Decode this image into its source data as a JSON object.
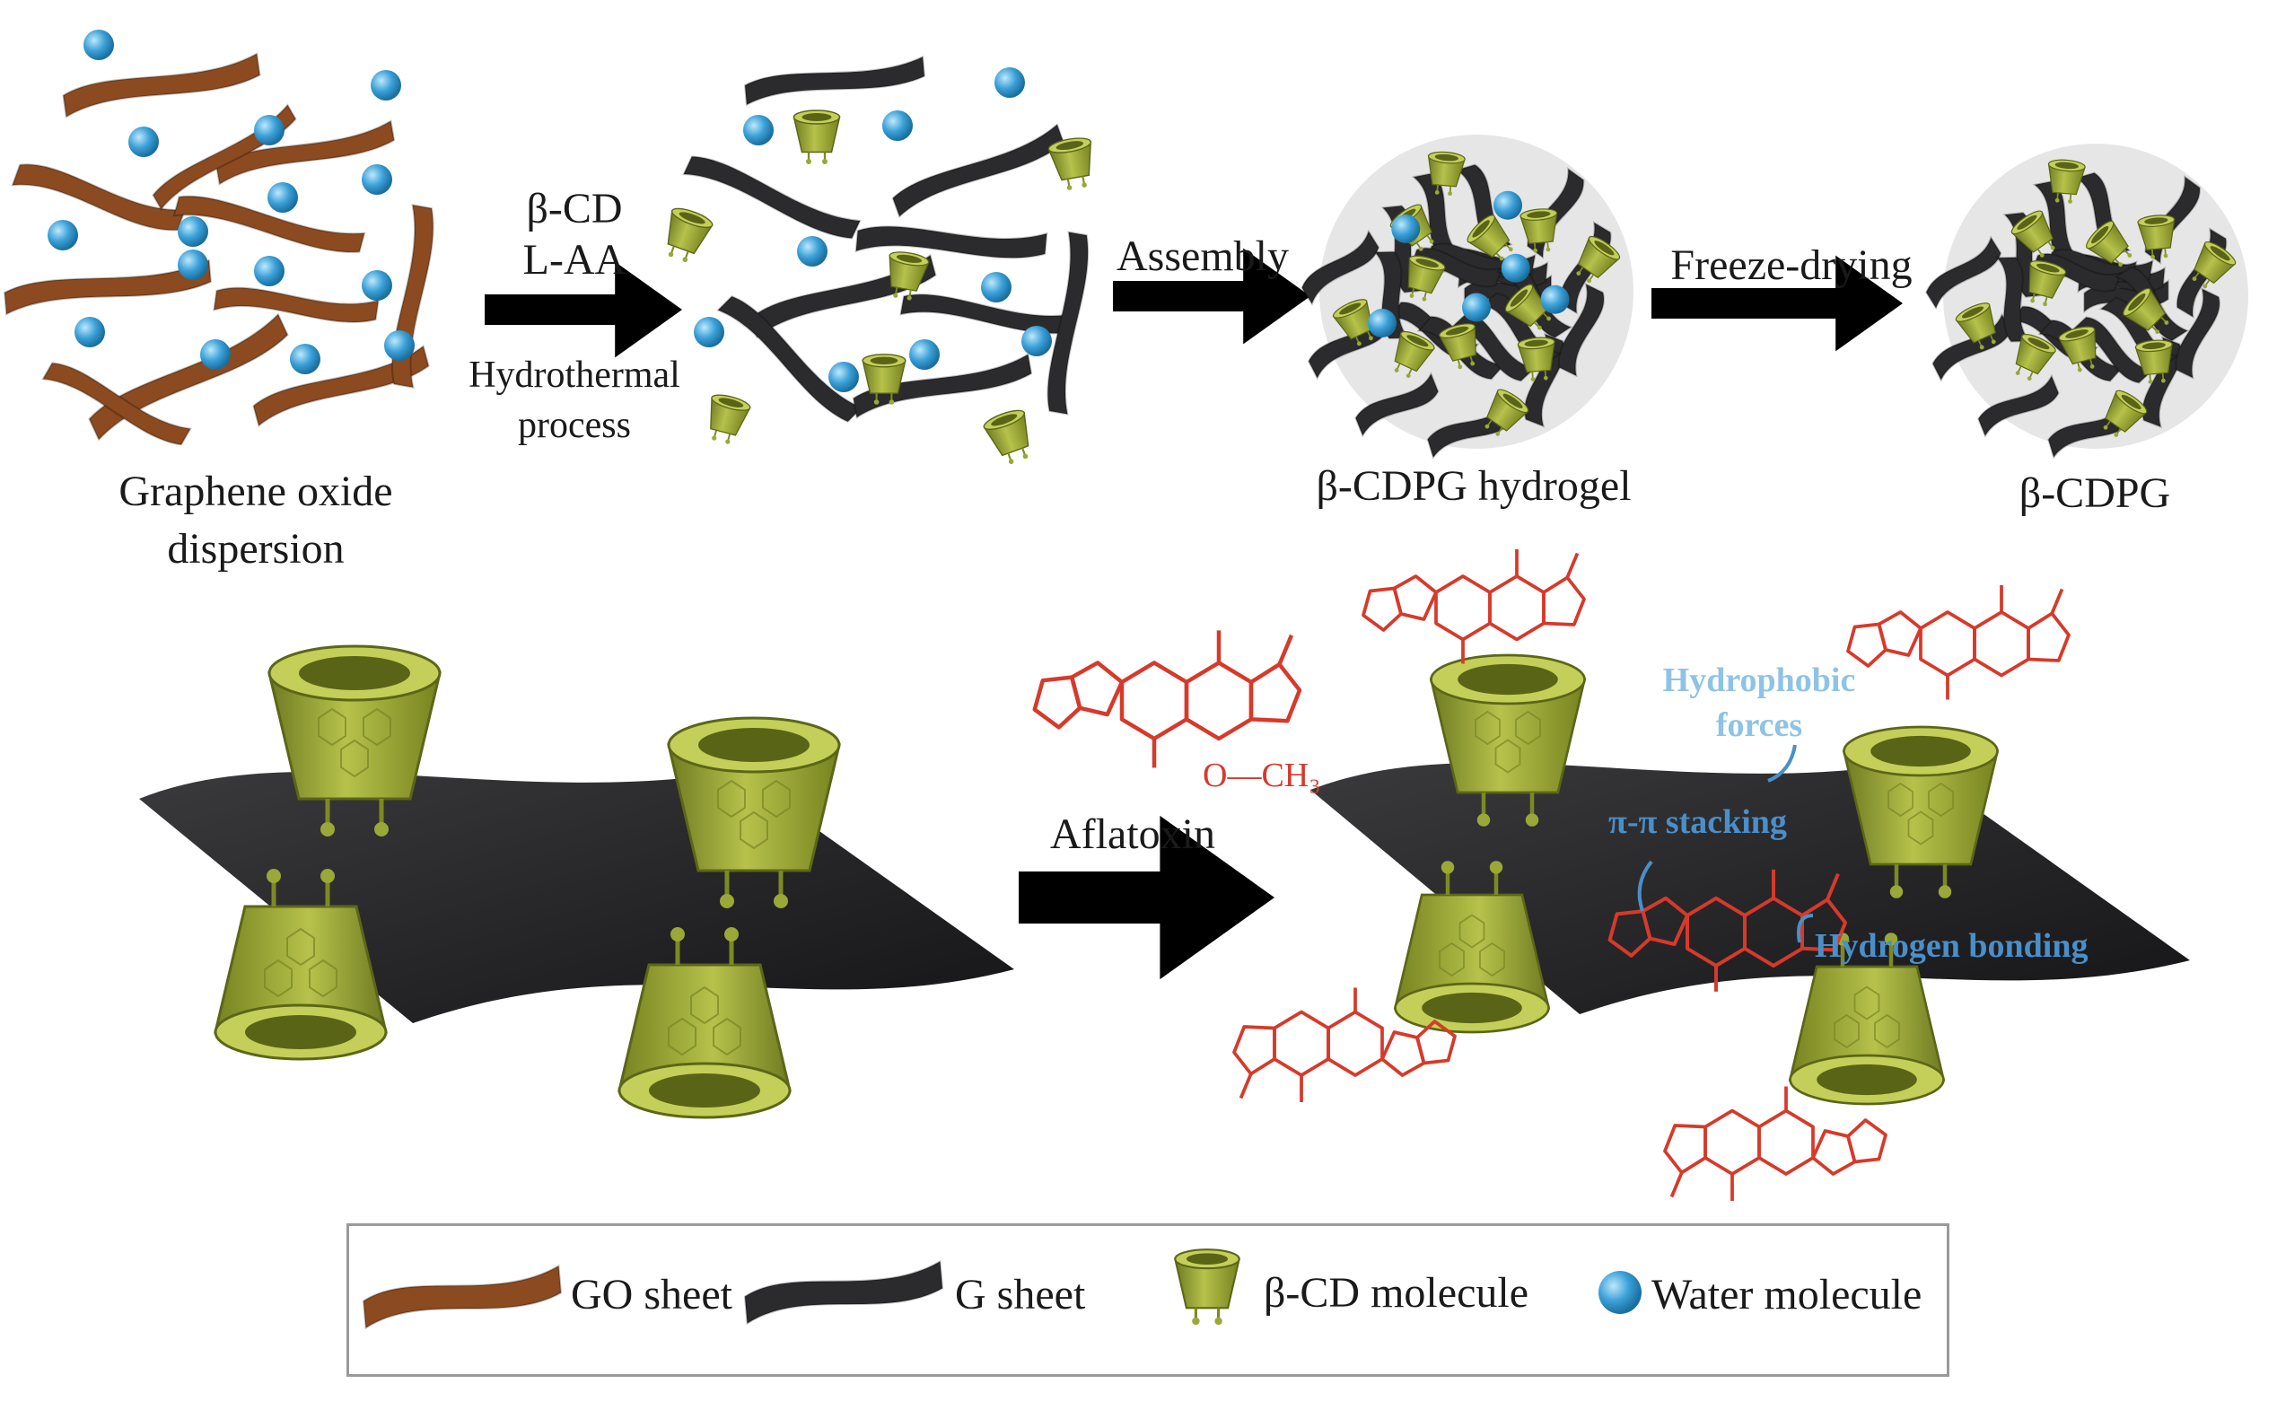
{
  "labels": {
    "graphene_oxide": [
      "Graphene oxide",
      "dispersion"
    ],
    "beta_cd": "β-CD",
    "l_aa": "L-AA",
    "hydrothermal": [
      "Hydrothermal",
      "process"
    ],
    "assembly": "Assembly",
    "freeze_drying": "Freeze-drying",
    "hydrogel": "β-CDPG hydrogel",
    "cdpg": "β-CDPG",
    "aflatoxin": "Aflatoxin",
    "och3": "O—CH₃",
    "hydrophobic": [
      "Hydrophobic",
      "forces"
    ],
    "pi_stacking": "π-π stacking",
    "hydrogen_bonding": "Hydrogen bonding"
  },
  "legend": {
    "go_sheet": "GO sheet",
    "g_sheet": "G sheet",
    "cd_molecule": "β-CD molecule",
    "water_molecule": "Water molecule"
  },
  "colors": {
    "go_sheet": "#8b4a1f",
    "g_sheet": "#2b2b2d",
    "cd": "#9aa838",
    "water": "#3aa0d8",
    "aflatoxin": "#d63a2a",
    "interaction": "#4a8fc9"
  }
}
